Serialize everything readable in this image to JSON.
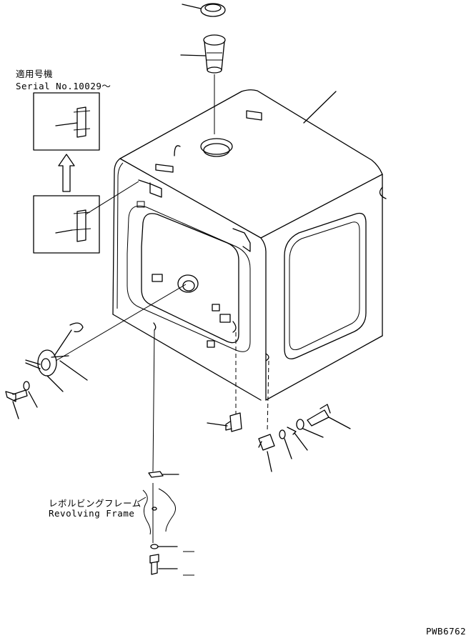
{
  "labels": {
    "serial_jp": "適用号機",
    "serial_en": "Serial No.10029～",
    "frame_jp": "レボルビングフレーム",
    "frame_en": "Revolving Frame",
    "drawing_no": "PWB6762"
  }
}
